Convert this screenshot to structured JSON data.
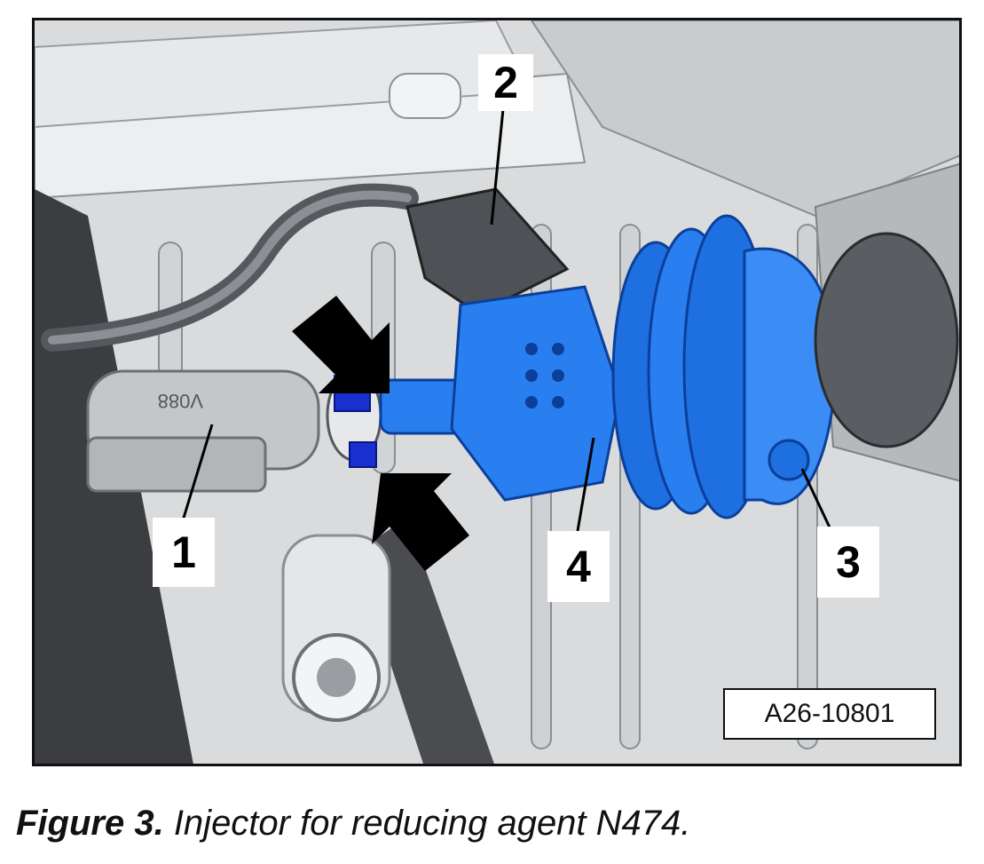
{
  "figure": {
    "callouts": {
      "c1": "1",
      "c2": "2",
      "c3": "3",
      "c4": "4"
    },
    "reference_code": "A26-10801"
  },
  "caption": {
    "label": "Figure 3.",
    "text": " Injector for reducing agent N474."
  },
  "colors": {
    "injector_blue": "#1e6fe0",
    "component_highlight": "#1a2fd0",
    "background_gray": "#d8dadc",
    "line_black": "#111111"
  }
}
